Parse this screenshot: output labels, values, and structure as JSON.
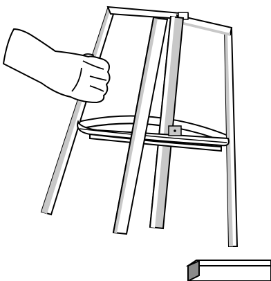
{
  "illustration": {
    "subject": "stool-frame-assembly",
    "parts": [
      "hand",
      "front-left-leg",
      "front-right-leg",
      "back-leg",
      "top-frame",
      "ring-brace",
      "block"
    ],
    "colors": {
      "outline": "#000000",
      "light": "#ffffff",
      "shade": "#c8c8c8",
      "dark": "#8a8a8a"
    }
  }
}
